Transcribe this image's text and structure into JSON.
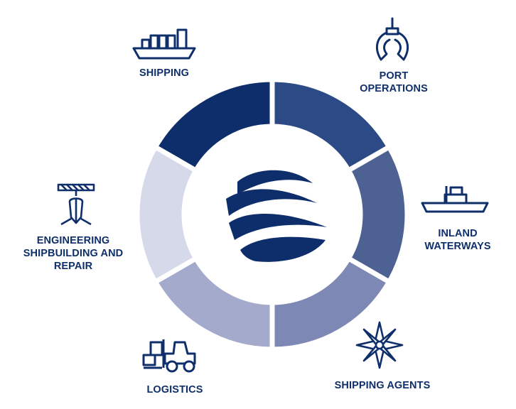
{
  "diagram": {
    "segments": [
      {
        "id": "port-operations",
        "color": "#2c4a85"
      },
      {
        "id": "inland-waterways",
        "color": "#4e6193"
      },
      {
        "id": "shipping-agents",
        "color": "#7e88b4"
      },
      {
        "id": "logistics",
        "color": "#a3aacb"
      },
      {
        "id": "engineering",
        "color": "#d6d9ea"
      },
      {
        "id": "shipping",
        "color": "#0d2d6b"
      }
    ],
    "labels": {
      "shipping": [
        "SHIPPING"
      ],
      "port_operations": [
        "PORT",
        "OPERATIONS"
      ],
      "inland_waterways": [
        "INLAND",
        "WATERWAYS"
      ],
      "shipping_agents": [
        "SHIPPING AGENTS"
      ],
      "logistics": [
        "LOGISTICS"
      ],
      "engineering": [
        "ENGINEERING",
        "SHIPBUILDING AND",
        "REPAIR"
      ]
    },
    "icons": {
      "shipping": "container-ship-icon",
      "port_operations": "grab-claw-icon",
      "inland_waterways": "tugboat-icon",
      "shipping_agents": "compass-rose-icon",
      "logistics": "forklift-icon",
      "engineering": "shipyard-hull-icon",
      "center": "waves-logo"
    },
    "colors": {
      "icon": "#0f2f6b",
      "text": "#0f2f6b"
    }
  }
}
